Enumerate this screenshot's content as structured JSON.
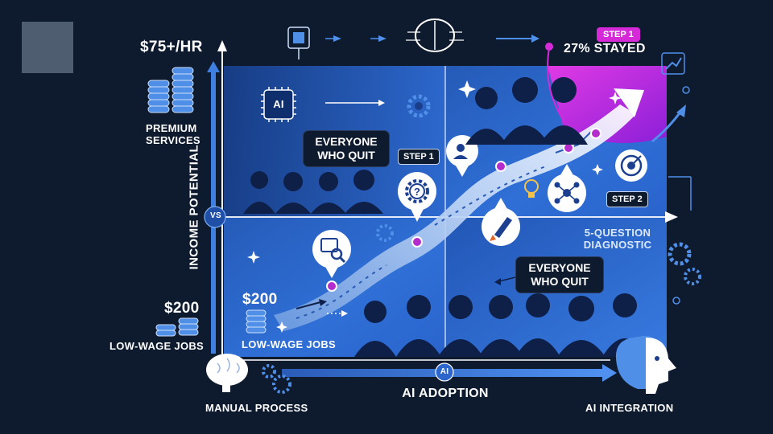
{
  "colors": {
    "background": "#0e1a2e",
    "panel_blue": "#2f6fd6",
    "panel_deep": "#1b3e8c",
    "accent_magenta": "#d62ad9",
    "path_light": "#d8e6fb",
    "marker": "#b52ccd"
  },
  "axes": {
    "y_label": "INCOME POTENTIAL",
    "x_label": "AI ADOPTION",
    "x_badge": "AI",
    "origin_badge": "VS"
  },
  "left_column": {
    "top_value": "$75+/HR",
    "top_label_line1": "PREMIUM",
    "top_label_line2": "SERVICES",
    "bottom_value": "$200",
    "bottom_label": "LOW-WAGE JOBS"
  },
  "inside_bottom": {
    "value": "$200",
    "label": "LOW-WAGE JOBS"
  },
  "quadrants": {
    "top_left_box_line1": "EVERYONE",
    "top_left_box_line2": "WHO QUIT",
    "bottom_right_box_line1": "EVERYONE",
    "bottom_right_box_line2": "WHO QUIT",
    "step1_inner": "STEP 1",
    "step2": "STEP 2",
    "diagnostic_line1": "5-QUESTION",
    "diagnostic_line2": "DIAGNOSTIC",
    "chip_label": "AI"
  },
  "top_right": {
    "step_badge": "STEP 1",
    "stayed": "27% STAYED"
  },
  "bottom_labels": {
    "left": "MANUAL PROCESS",
    "right": "AI INTEGRATION"
  },
  "icons": [
    "chip-icon",
    "brain-icon",
    "money-stack-icon",
    "coin-icon",
    "gear-icon",
    "question-gear-icon",
    "code-search-icon",
    "rocket-icon",
    "lightbulb-icon",
    "network-icon",
    "target-icon",
    "trend-up-icon",
    "robot-head-icon",
    "person-icon",
    "sparkle-icon"
  ]
}
